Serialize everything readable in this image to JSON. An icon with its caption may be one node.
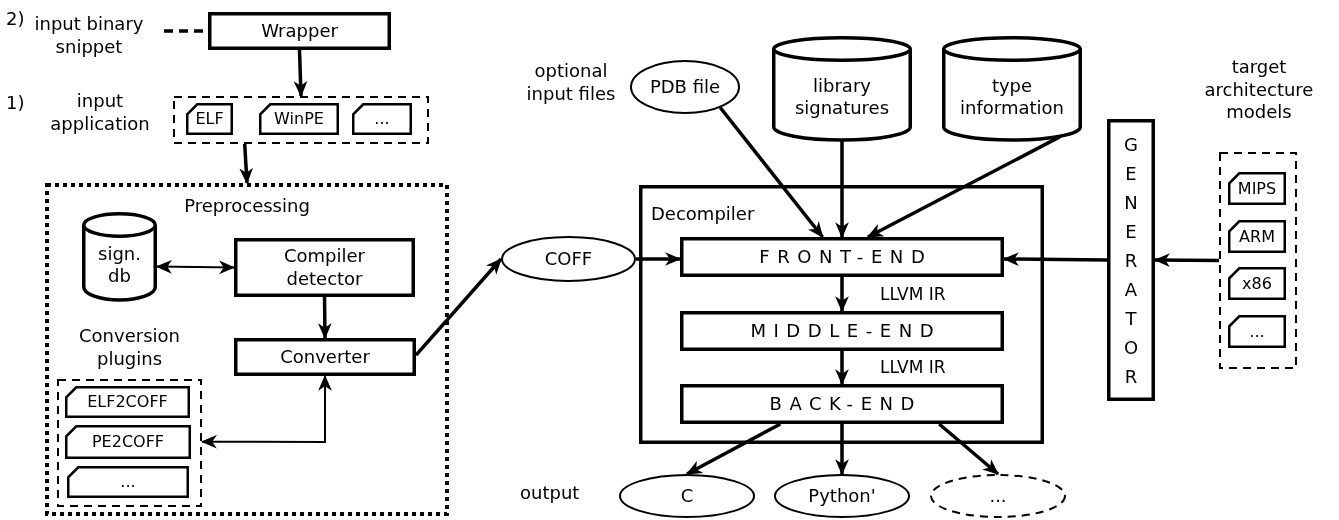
{
  "diagram": {
    "nodes": [
      {
        "text": [
          "input binary snippet"
        ]
      },
      {
        "text": [
          "Wrapper"
        ]
      },
      {
        "text": [],
        "shape": "box",
        "beside": [
          "input application"
        ]
      },
      {
        "text": [
          "ELF"
        ],
        "in": 2
      },
      {
        "text": [
          "WinPE"
        ],
        "in": 2
      },
      {
        "text": [
          "..."
        ],
        "in": 2
      },
      {
        "text": [
          "Preprocessing"
        ]
      },
      {
        "text": [
          "sign. db"
        ],
        "in": 6
      },
      {
        "text": [
          "Compiler detector"
        ],
        "in": 6
      },
      {
        "text": [
          "Converter"
        ],
        "in": 6
      },
      {
        "text": [
          "Conversion plugins"
        ],
        "in": 6
      },
      {
        "text": [
          "ELF2COFF"
        ],
        "in": 10
      },
      {
        "text": [
          "PE2COFF"
        ],
        "in": 10
      },
      {
        "text": [
          "..."
        ],
        "in": 10
      },
      {
        "text": [
          "COFF"
        ]
      },
      {
        "text": [
          "PDB file"
        ],
        "beside": [
          "optional input files"
        ]
      },
      {
        "text": [
          "library signatures"
        ]
      },
      {
        "text": [
          "type information"
        ]
      },
      {
        "text": [
          "Decompiler"
        ]
      },
      {
        "text": [
          "FRONT-END"
        ],
        "in": 18
      },
      {
        "text": [
          "MIDDLE-END"
        ],
        "in": 18
      },
      {
        "text": [
          "BACK-END"
        ],
        "in": 18
      },
      {
        "text": [
          "GENERATOR"
        ]
      },
      {
        "text": [],
        "shape": "box",
        "beside": [
          "target architecture models"
        ]
      },
      {
        "text": [
          "MIPS"
        ],
        "in": 23
      },
      {
        "text": [
          "ARM"
        ],
        "in": 23
      },
      {
        "text": [
          "x86"
        ],
        "in": 23
      },
      {
        "text": [
          "..."
        ],
        "in": 23
      },
      {
        "text": [
          "C"
        ]
      },
      {
        "text": [
          "Python'"
        ]
      },
      {
        "text": [
          "..."
        ]
      }
    ],
    "edges": [
      {
        "from": 0,
        "to": 1,
        "arrow": "none",
        "style": "dashed"
      },
      {
        "from": 1,
        "to": 2,
        "arrow": "to"
      },
      {
        "from": 2,
        "to": 6,
        "arrow": "to"
      },
      {
        "from": 7,
        "to": 8,
        "arrow": "both"
      },
      {
        "from": 8,
        "to": 9,
        "arrow": "to"
      },
      {
        "from": 9,
        "to": 10,
        "arrow": "both"
      },
      {
        "from": 9,
        "to": 14,
        "arrow": "to"
      },
      {
        "from": 14,
        "to": 19,
        "arrow": "to"
      },
      {
        "from": 15,
        "to": 19,
        "arrow": "to"
      },
      {
        "from": 16,
        "to": 19,
        "arrow": "to"
      },
      {
        "from": 17,
        "to": 19,
        "arrow": "to"
      },
      {
        "from": 22,
        "to": 19,
        "arrow": "to"
      },
      {
        "from": 23,
        "to": 22,
        "arrow": "to"
      },
      {
        "from": 19,
        "to": 20,
        "arrow": "to",
        "label": "LLVM IR"
      },
      {
        "from": 20,
        "to": 21,
        "arrow": "to",
        "label": "LLVM IR"
      },
      {
        "from": 21,
        "to": 28,
        "arrow": "to"
      },
      {
        "from": 21,
        "to": 29,
        "arrow": "to"
      },
      {
        "from": 21,
        "to": 30,
        "arrow": "to"
      }
    ],
    "labels": [
      "2)",
      "1)",
      "output"
    ]
  }
}
